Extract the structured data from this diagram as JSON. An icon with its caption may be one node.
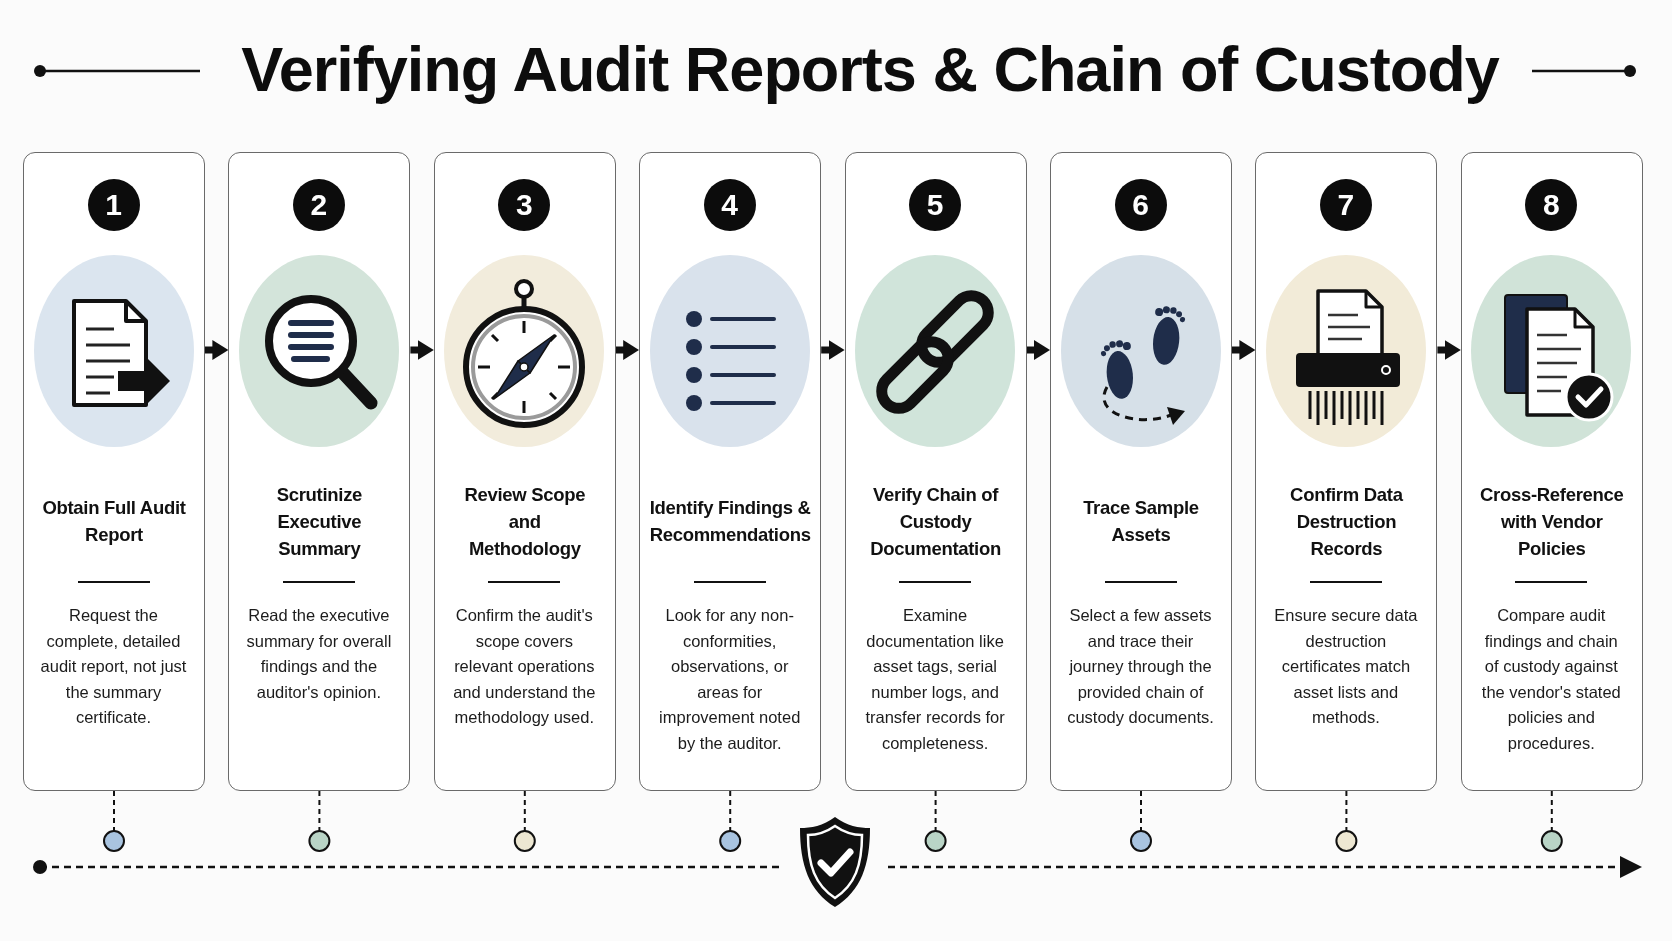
{
  "diagram": {
    "title": "Verifying Audit Reports & Chain of Custody",
    "nodes": [
      {
        "text": [
          "Obtain Full Audit Report",
          "Request the complete, detailed audit report, not just the summary certificate."
        ]
      },
      {
        "text": [
          "1"
        ],
        "in": 0
      },
      {
        "text": [
          "Scrutinize Executive Summary",
          "Read the executive summary for overall findings and the auditor's opinion."
        ]
      },
      {
        "text": [
          "2"
        ],
        "in": 2
      },
      {
        "text": [
          "Review Scope and Methodology",
          "Confirm the audit's scope covers relevant operations and understand the methodology used."
        ]
      },
      {
        "text": [
          "3"
        ],
        "in": 4
      },
      {
        "text": [
          "Identify Findings & Recommendations",
          "Look for any non-conformities, observations, or areas for improvement noted by the auditor."
        ]
      },
      {
        "text": [
          "4"
        ],
        "in": 6
      },
      {
        "text": [
          "Verify Chain of Custody Documentation",
          "Examine documentation like asset tags, serial number logs, and transfer records for completeness."
        ]
      },
      {
        "text": [
          "5"
        ],
        "in": 8
      },
      {
        "text": [
          "Trace Sample Assets",
          "Select a few assets and trace their journey through the provided chain of custody documents."
        ]
      },
      {
        "text": [
          "6"
        ],
        "in": 10
      },
      {
        "text": [
          "Confirm Data Destruction Records",
          "Ensure secure data destruction certificates match asset lists and methods."
        ]
      },
      {
        "text": [
          "7"
        ],
        "in": 12
      },
      {
        "text": [
          "Cross-Reference with Vendor Policies",
          "Compare audit findings and chain of custody against the vendor's stated policies and procedures."
        ]
      },
      {
        "text": [
          "8"
        ],
        "in": 14
      }
    ],
    "edges": [
      {
        "from": 0,
        "to": 2,
        "arrow": "to"
      },
      {
        "from": 2,
        "to": 4,
        "arrow": "to"
      },
      {
        "from": 4,
        "to": 6,
        "arrow": "to"
      },
      {
        "from": 6,
        "to": 8,
        "arrow": "to"
      },
      {
        "from": 8,
        "to": 10,
        "arrow": "to"
      },
      {
        "from": 10,
        "to": 12,
        "arrow": "to"
      },
      {
        "from": 12,
        "to": 14,
        "arrow": "to"
      }
    ]
  }
}
